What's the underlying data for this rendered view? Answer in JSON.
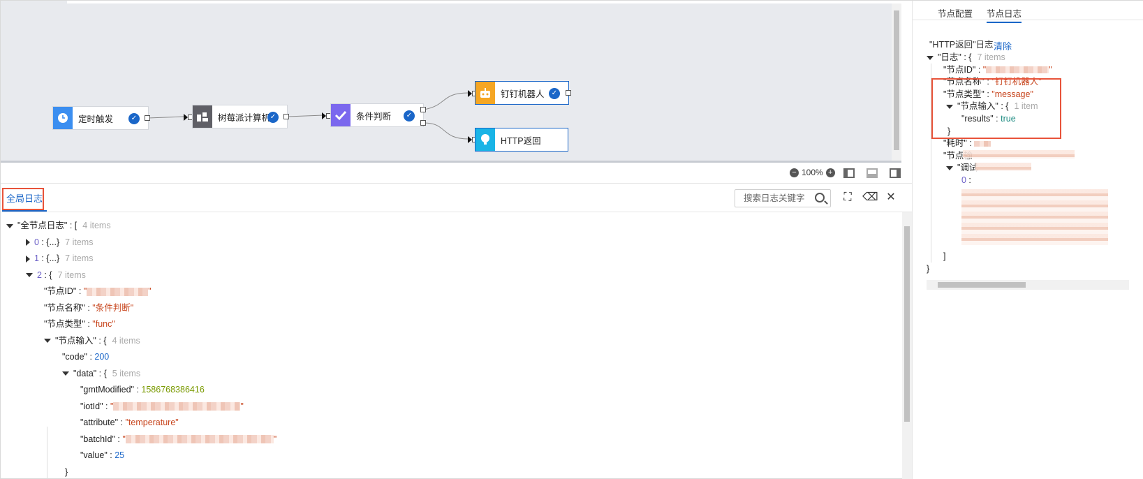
{
  "canvas": {
    "nodes": [
      {
        "label": "定时触发",
        "icon": "clock-icon",
        "color": "#3b8ef0"
      },
      {
        "label": "树莓派计算机",
        "icon": "device-icon",
        "color": "#5f5f66"
      },
      {
        "label": "条件判断",
        "icon": "check-icon",
        "color": "#7b68ee"
      },
      {
        "label": "钉钉机器人",
        "icon": "robot-icon",
        "color": "#f5a623"
      },
      {
        "label": "HTTP返回",
        "icon": "bulb-icon",
        "color": "#19b4e6"
      }
    ],
    "zoom_label": "100%"
  },
  "global_log": {
    "tab_label": "全局日志",
    "search_placeholder": "搜索日志关键字",
    "root_key": "\"全节点日志\"",
    "root_open": "[",
    "root_meta": "4 items",
    "items": [
      {
        "index": "0",
        "collapsed": "{...}",
        "meta": "7 items"
      },
      {
        "index": "1",
        "collapsed": "{...}",
        "meta": "7 items"
      }
    ],
    "item2": {
      "index": "2",
      "open": "{",
      "meta": "7 items",
      "node_id_key": "\"节点ID\"",
      "node_name_key": "\"节点名称\"",
      "node_name_val": "\"条件判断\"",
      "node_type_key": "\"节点类型\"",
      "node_type_val": "\"func\"",
      "input_key": "\"节点输入\"",
      "input_meta": "4 items",
      "code_key": "\"code\"",
      "code_val": "200",
      "data_key": "\"data\"",
      "data_meta": "5 items",
      "gmt_key": "\"gmtModified\"",
      "gmt_val": "1586768386416",
      "iot_key": "\"iotId\"",
      "attr_key": "\"attribute\"",
      "attr_val": "\"temperature\"",
      "batch_key": "\"batchId\"",
      "value_key": "\"value\"",
      "value_val": "25",
      "close": "}"
    }
  },
  "right_panel": {
    "tabs": [
      "节点配置",
      "节点日志"
    ],
    "title": "\"HTTP返回\"日志",
    "clear_label": "清除",
    "root_key": "\"日志\"",
    "root_meta": "7 items",
    "node_id_key": "\"节点ID\"",
    "node_name_key": "\"节点名称\"",
    "node_name_val": "\"钉钉机器人\"",
    "node_type_key": "\"节点类型\"",
    "node_type_val": "\"message\"",
    "input_key": "\"节点输入\"",
    "input_meta": "1 item",
    "results_key": "\"results\"",
    "results_val": "true",
    "time_key": "\"耗时\"",
    "output_key": "\"节点输",
    "debug_key": "\"调试",
    "debug_index": "0",
    "close_bracket": "]",
    "close_brace": "}"
  }
}
